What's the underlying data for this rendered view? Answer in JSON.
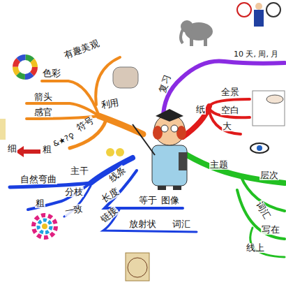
{
  "diagram": {
    "labels": [
      "有趣美观",
      "色彩",
      "箭头",
      "感官",
      "利用",
      "符号",
      "&★?♀",
      "细",
      "粗",
      "主干",
      "自然弯曲",
      "分枝",
      "粗",
      "一致",
      "线条",
      "长度",
      "等于",
      "图像",
      "链接",
      "放射状",
      "词汇",
      "复习",
      "10 天, 周, 月",
      "纸",
      "全景",
      "空白",
      "大",
      "主题",
      "层次",
      "词汇",
      "写在",
      "线上"
    ]
  }
}
